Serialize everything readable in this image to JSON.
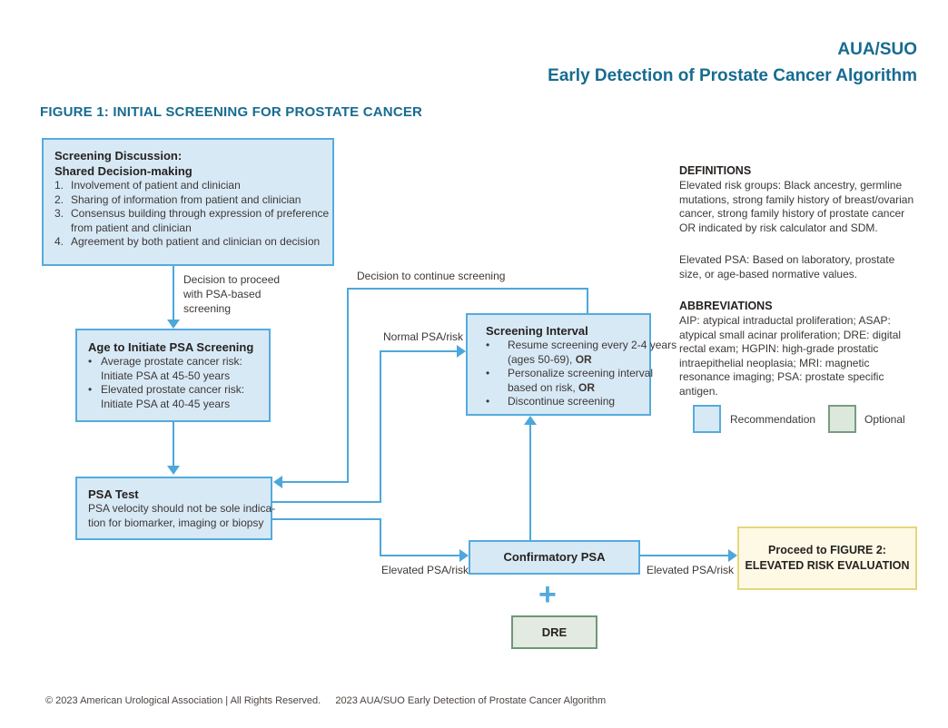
{
  "header": {
    "org": "AUA/SUO",
    "title": "Early Detection of Prostate Cancer Algorithm"
  },
  "figure_title": "FIGURE 1: INITIAL SCREENING FOR PROSTATE CANCER",
  "boxes": {
    "screening_discussion": {
      "title1": "Screening Discussion:",
      "title2": "Shared Decision-making",
      "items": [
        {
          "num": "1.",
          "line1": "Involvement of patient and clinician",
          "line2": ""
        },
        {
          "num": "2.",
          "line1": "Sharing of information from patient and clinician",
          "line2": ""
        },
        {
          "num": "3.",
          "line1": "Consensus building through expression of preference",
          "line2": "from patient and clinician"
        },
        {
          "num": "4.",
          "line1": "Agreement by both patient and clinician on decision",
          "line2": ""
        }
      ]
    },
    "age_to_initiate": {
      "title": "Age to Initiate PSA Screening",
      "items": [
        {
          "line1": "Average prostate cancer risk:",
          "line2": "Initiate PSA at 45-50 years"
        },
        {
          "line1": "Elevated prostate cancer risk:",
          "line2": "Initiate PSA at 40-45 years"
        }
      ]
    },
    "psa_test": {
      "title": "PSA Test",
      "line1": "PSA velocity should not be sole indica-",
      "line2": "tion for biomarker, imaging or biopsy"
    },
    "screening_interval": {
      "title": "Screening Interval",
      "items": [
        {
          "line1": "Resume screening every 2-4 years",
          "line2": "(ages 50-69), ",
          "suffix": "OR"
        },
        {
          "line1": "Personalize screening interval",
          "line2": "based on risk, ",
          "suffix": "OR"
        },
        {
          "line1": "Discontinue screening",
          "line2": "",
          "suffix": ""
        }
      ]
    },
    "confirmatory_psa": {
      "title": "Confirmatory PSA"
    },
    "dre": {
      "title": "DRE"
    },
    "proceed_figure2": {
      "line1": "Proceed to FIGURE 2:",
      "line2": "ELEVATED RISK EVALUATION"
    }
  },
  "flow_labels": {
    "decision_proceed": {
      "line1": "Decision to proceed",
      "line2": "with PSA-based",
      "line3": "screening"
    },
    "decision_continue": "Decision to continue screening",
    "normal_psa": "Normal PSA/risk",
    "elevated_psa_left": "Elevated PSA/risk",
    "elevated_psa_right": "Elevated PSA/risk",
    "plus": "+"
  },
  "definitions": {
    "heading": "DEFINITIONS",
    "para1": "Elevated risk groups: Black ancestry, germline mutations, strong family history of breast/ovarian cancer, strong family history of prostate cancer OR indicated by risk calculator and SDM.",
    "para2": "Elevated PSA: Based on laboratory, prostate size, or age-based normative values."
  },
  "abbreviations": {
    "heading": "ABBREVIATIONS",
    "text": "AIP: atypical intraductal proliferation; ASAP: atypical small acinar proliferation; DRE: digital rectal exam; HGPIN: high-grade prostatic intraepithelial neoplasia; MRI: magnetic resonance imaging; PSA: prostate specific antigen."
  },
  "legend": {
    "recommendation": "Recommendation",
    "optional": "Optional"
  },
  "footer": {
    "copyright": "© 2023 American Urological Association | All Rights Reserved.",
    "title": "2023 AUA/SUO Early Detection of Prostate Cancer Algorithm"
  },
  "colors": {
    "teal_heading": "#176b90",
    "box_blue_fill": "#d8e9f6",
    "box_blue_border": "#54abde",
    "flow_line": "#4da7db",
    "green_fill": "#e3eae1",
    "green_border": "#6e9879",
    "yellow_fill": "#fdf9e5",
    "yellow_border": "#e7d67b",
    "text_dark": "#262220"
  }
}
